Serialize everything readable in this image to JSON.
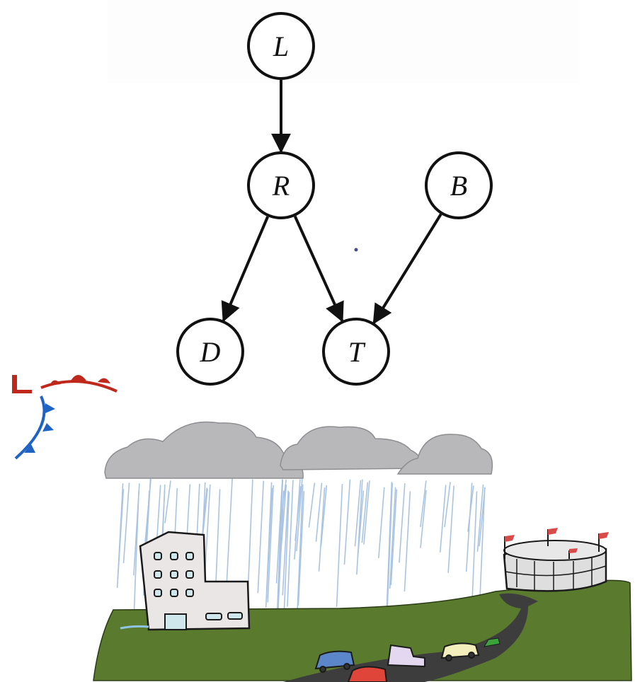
{
  "diagram": {
    "type": "bayes-net",
    "nodes": [
      {
        "id": "L",
        "label": "L"
      },
      {
        "id": "R",
        "label": "R"
      },
      {
        "id": "B",
        "label": "B"
      },
      {
        "id": "D",
        "label": "D"
      },
      {
        "id": "T",
        "label": "T"
      }
    ],
    "edges": [
      {
        "from": "L",
        "to": "R"
      },
      {
        "from": "R",
        "to": "D"
      },
      {
        "from": "R",
        "to": "T"
      },
      {
        "from": "B",
        "to": "T"
      }
    ]
  },
  "illustration": {
    "weather_front_symbol": {
      "label": "L",
      "warm_front_color": "#c0281c",
      "cold_front_color": "#1f63c4"
    },
    "elements": [
      "storm-clouds",
      "rain",
      "office-building",
      "stadium",
      "road-with-traffic",
      "grass-hill"
    ],
    "colors": {
      "grass": "#5a7a2e",
      "cloud": "#b8b8ba",
      "rain": "#a9c4e2",
      "building": "#ebe6e6",
      "road": "#3d3d3d",
      "stadium": "#dedede",
      "flag": "#d94a4a"
    }
  }
}
